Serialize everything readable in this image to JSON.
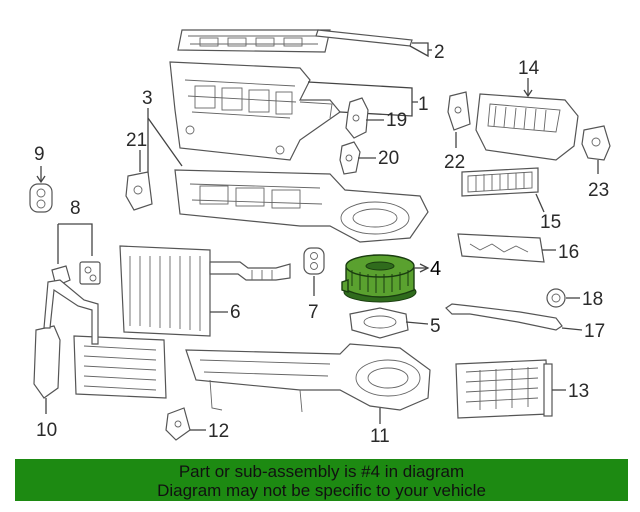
{
  "callouts": {
    "c1": "1",
    "c2": "2",
    "c3": "3",
    "c4": "4",
    "c5": "5",
    "c6": "6",
    "c7": "7",
    "c8": "8",
    "c9": "9",
    "c10": "10",
    "c11": "11",
    "c12": "12",
    "c13": "13",
    "c14": "14",
    "c15": "15",
    "c16": "16",
    "c17": "17",
    "c18": "18",
    "c19": "19",
    "c20": "20",
    "c21": "21",
    "c22": "22",
    "c23": "23"
  },
  "highlight_color": "#5aa12f",
  "banner": {
    "line1": "Part or sub-assembly is #4 in diagram",
    "line2": "Diagram may not be specific to your vehicle",
    "background": "#1d8a12"
  }
}
